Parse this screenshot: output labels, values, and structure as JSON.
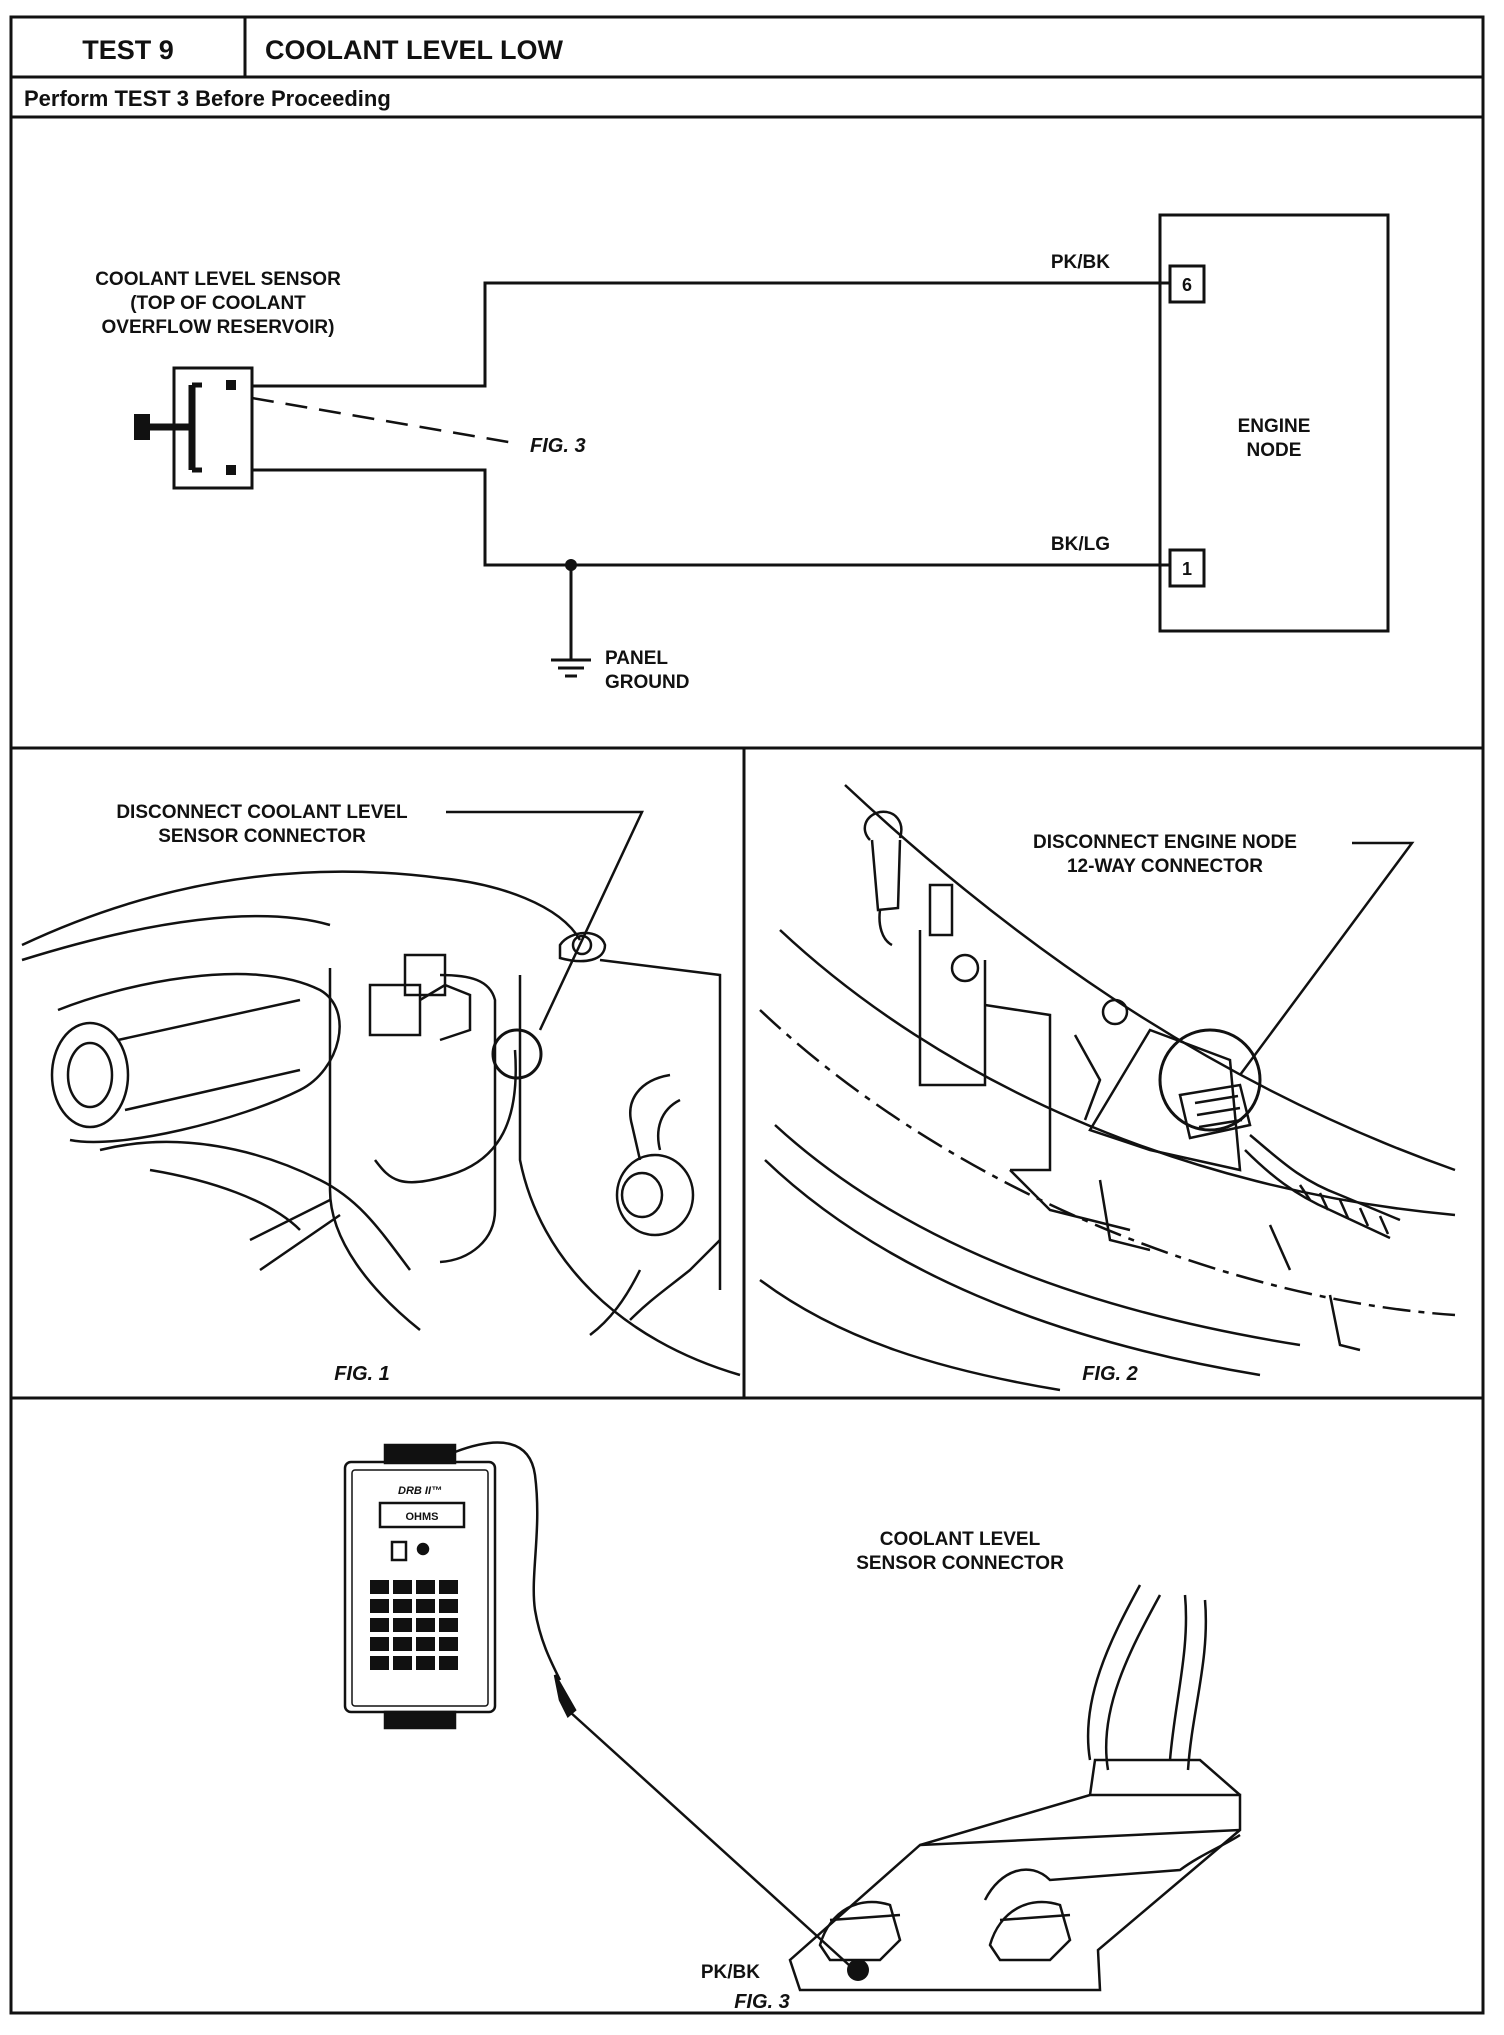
{
  "header": {
    "test_number": "TEST 9",
    "test_title": "COOLANT LEVEL LOW",
    "prerequisite": "Perform TEST 3 Before Proceeding"
  },
  "schematic": {
    "sensor_label_lines": [
      "COOLANT LEVEL SENSOR",
      "(TOP OF COOLANT",
      "OVERFLOW RESERVOIR)"
    ],
    "engine_node_lines": [
      "ENGINE",
      "NODE"
    ],
    "wire_top": "PK/BK",
    "wire_bottom": "BK/LG",
    "pin_top": "6",
    "pin_bottom": "1",
    "fig_ref": "FIG. 3",
    "ground_lines": [
      "PANEL",
      "GROUND"
    ]
  },
  "fig1": {
    "callout_lines": [
      "DISCONNECT COOLANT LEVEL",
      "SENSOR CONNECTOR"
    ],
    "caption": "FIG. 1"
  },
  "fig2": {
    "callout_lines": [
      "DISCONNECT ENGINE NODE",
      "12-WAY CONNECTOR"
    ],
    "caption": "FIG. 2"
  },
  "fig3": {
    "tester_brand": "DRB II™",
    "tester_display": "OHMS",
    "connector_label_lines": [
      "COOLANT LEVEL",
      "SENSOR CONNECTOR"
    ],
    "terminal_label": "PK/BK",
    "caption": "FIG. 3"
  }
}
